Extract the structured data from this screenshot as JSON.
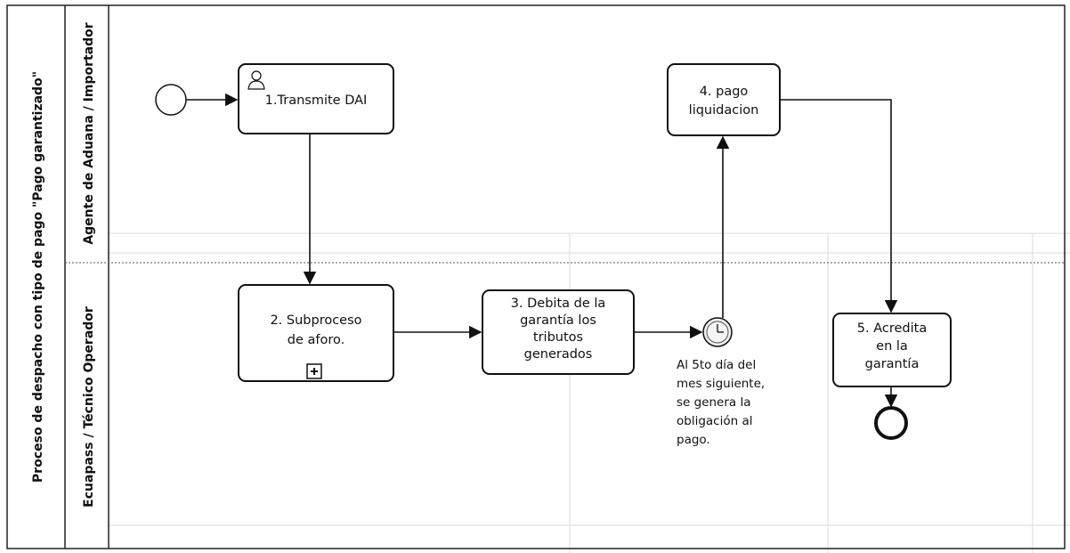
{
  "pool": {
    "title": "Proceso de despacho con tipo de pago \"Pago garantizado\""
  },
  "lanes": {
    "top": "Agente de Aduana / Importador",
    "bottom": "Ecuapass / Técnico Operador"
  },
  "tasks": {
    "t1": "1.Transmite DAI",
    "t2": [
      "2. Subproceso",
      "de aforo."
    ],
    "t3": [
      "3. Debita de  la",
      "garantía los",
      "tributos",
      "generados"
    ],
    "t4": [
      "4. pago",
      "liquidacion"
    ],
    "t5": [
      "5. Acredita",
      "en la",
      "garantía"
    ]
  },
  "timer_note": [
    "Al 5to día del",
    "mes siguiente,",
    "se genera la",
    "obligación al",
    "pago."
  ],
  "icons": {
    "start": "start-event-icon",
    "end": "end-event-icon",
    "timer": "timer-event-icon",
    "user": "user-task-icon",
    "subprocess": "subprocess-marker-icon"
  }
}
